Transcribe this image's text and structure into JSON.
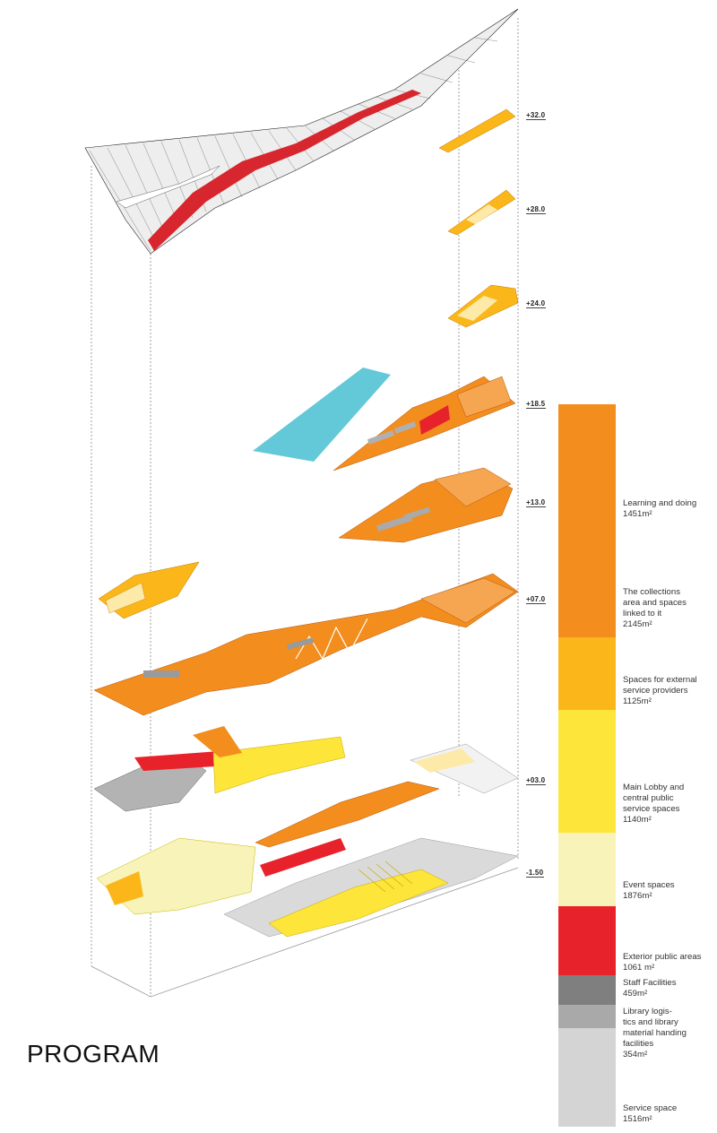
{
  "title": "PROGRAM",
  "levels": [
    "+32.0",
    "+28.0",
    "+24.0",
    "+18.5",
    "+13.0",
    "+07.0",
    "+03.0",
    "-1.50"
  ],
  "legend": [
    {
      "label_lines": [
        "Learning and doing",
        "1451m²"
      ],
      "color": "#f28d1e"
    },
    {
      "label_lines": [
        "The collections",
        "area and spaces",
        "linked to it",
        "2145m²"
      ],
      "color": "#f28d1e"
    },
    {
      "label_lines": [
        "Spaces for external",
        "service providers",
        "1125m²"
      ],
      "color": "#fbb719"
    },
    {
      "label_lines": [
        "Main Lobby and",
        "central public",
        "service spaces",
        "1140m²"
      ],
      "color": "#fde53a"
    },
    {
      "label_lines": [
        "Event spaces",
        "1876m²"
      ],
      "color": "#f8f3b9"
    },
    {
      "label_lines": [
        "Exterior public areas",
        "1061 m²"
      ],
      "color": "#e8222b"
    },
    {
      "label_lines": [
        "Staff Facilities",
        "459m²"
      ],
      "color": "#7f7f7f"
    },
    {
      "label_lines": [
        "Library logis-",
        "tics and library",
        "material handing",
        "facilities",
        "354m²"
      ],
      "color": "#a9a9a9"
    },
    {
      "label_lines": [
        "Service space",
        "1516m²"
      ],
      "color": "#d4d4d4"
    }
  ]
}
